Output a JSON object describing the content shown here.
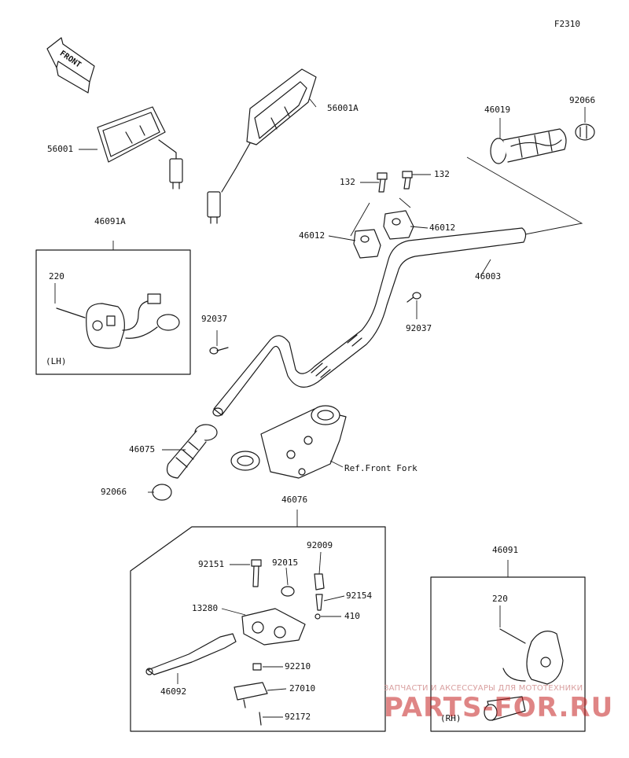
{
  "diagram_code": "F2310",
  "front_indicator": "FRONT",
  "labels": {
    "mirror_left": "56001",
    "mirror_right": "56001A",
    "grip_right": "46019",
    "cap_right": "92066",
    "bolt_left": "132",
    "bolt_right": "132",
    "holder_left": "46012",
    "holder_right": "46012",
    "handlebar": "46003",
    "clamp_right": "92037",
    "clamp_left": "92037",
    "switch_lh_assy": "46091A",
    "screw_lh": "220",
    "lh_tag": "(LH)",
    "grip_left": "46075",
    "cap_left": "92066",
    "ref_fork": "Ref.Front Fork",
    "lever_assy": "46076",
    "bolt_lever": "92151",
    "nut_lever": "92009",
    "washer_lever": "92015",
    "screw_lever": "92154",
    "bracket_lever": "13280",
    "bushing_lever": "410",
    "nut_bracket": "92210",
    "lever": "46092",
    "switch_brake": "27010",
    "screw_switch": "92172",
    "switch_rh_assy": "46091",
    "screw_rh": "220",
    "rh_tag": "(RH)"
  },
  "watermark": {
    "line": "ЗАПЧАСТИ И АКСЕССУАРЫ ДЛЯ МОТОТЕХНИКИ",
    "brand": "PARTS-FOR.RU"
  },
  "colors": {
    "ink": "#111111",
    "paper": "#ffffff",
    "watermark_red": "#c42020"
  }
}
